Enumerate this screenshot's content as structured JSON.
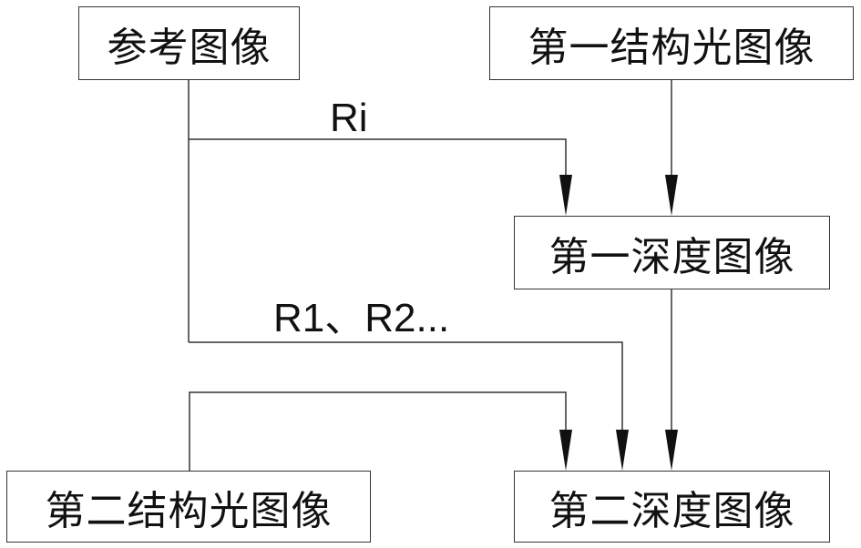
{
  "nodes": {
    "reference_image": "参考图像",
    "first_structured_light_image": "第一结构光图像",
    "first_depth_image": "第一深度图像",
    "second_structured_light_image": "第二结构光图像",
    "second_depth_image": "第二深度图像"
  },
  "edge_labels": {
    "ri": "Ri",
    "r_sequence": "R1、R2..."
  },
  "colors": {
    "line": "#333333",
    "text": "#111111"
  }
}
